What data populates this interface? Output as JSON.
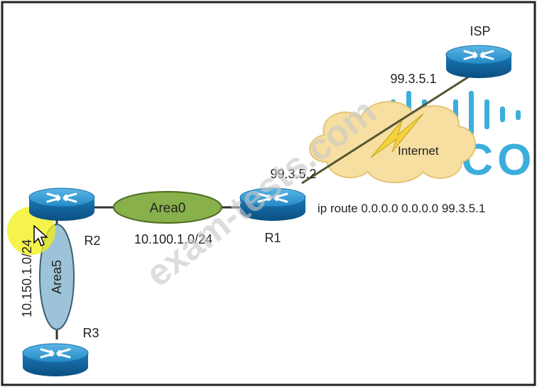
{
  "routers": {
    "isp": {
      "label": "ISP",
      "icon": "router-icon"
    },
    "r1": {
      "label": "R1",
      "icon": "router-icon"
    },
    "r2": {
      "label": "R2",
      "icon": "router-icon"
    },
    "r3": {
      "label": "R3",
      "icon": "router-icon"
    }
  },
  "cloud": {
    "label": "Internet"
  },
  "areas": {
    "area0": {
      "label": "Area0",
      "subnet": "10.100.1.0/24",
      "color": "#88b04b"
    },
    "area5": {
      "label": "Area5",
      "subnet": "10.150.1.0/24",
      "color": "#9cc3d8"
    }
  },
  "addresses": {
    "isp_wan": "99.3.5.1",
    "r1_wan": "99.3.5.2"
  },
  "static_route": "ip route 0.0.0.0 0.0.0.0 99.3.5.1",
  "watermark": "exam-tests.com",
  "logo": {
    "text": "CISCO",
    "color": "#1ba0d7"
  },
  "colors": {
    "router_top": "#2f95cf",
    "router_side": "#0b5e96",
    "cloud_fill": "#f6dfa0",
    "lightning": "#f4d23b",
    "highlight": "#f3ef12"
  }
}
